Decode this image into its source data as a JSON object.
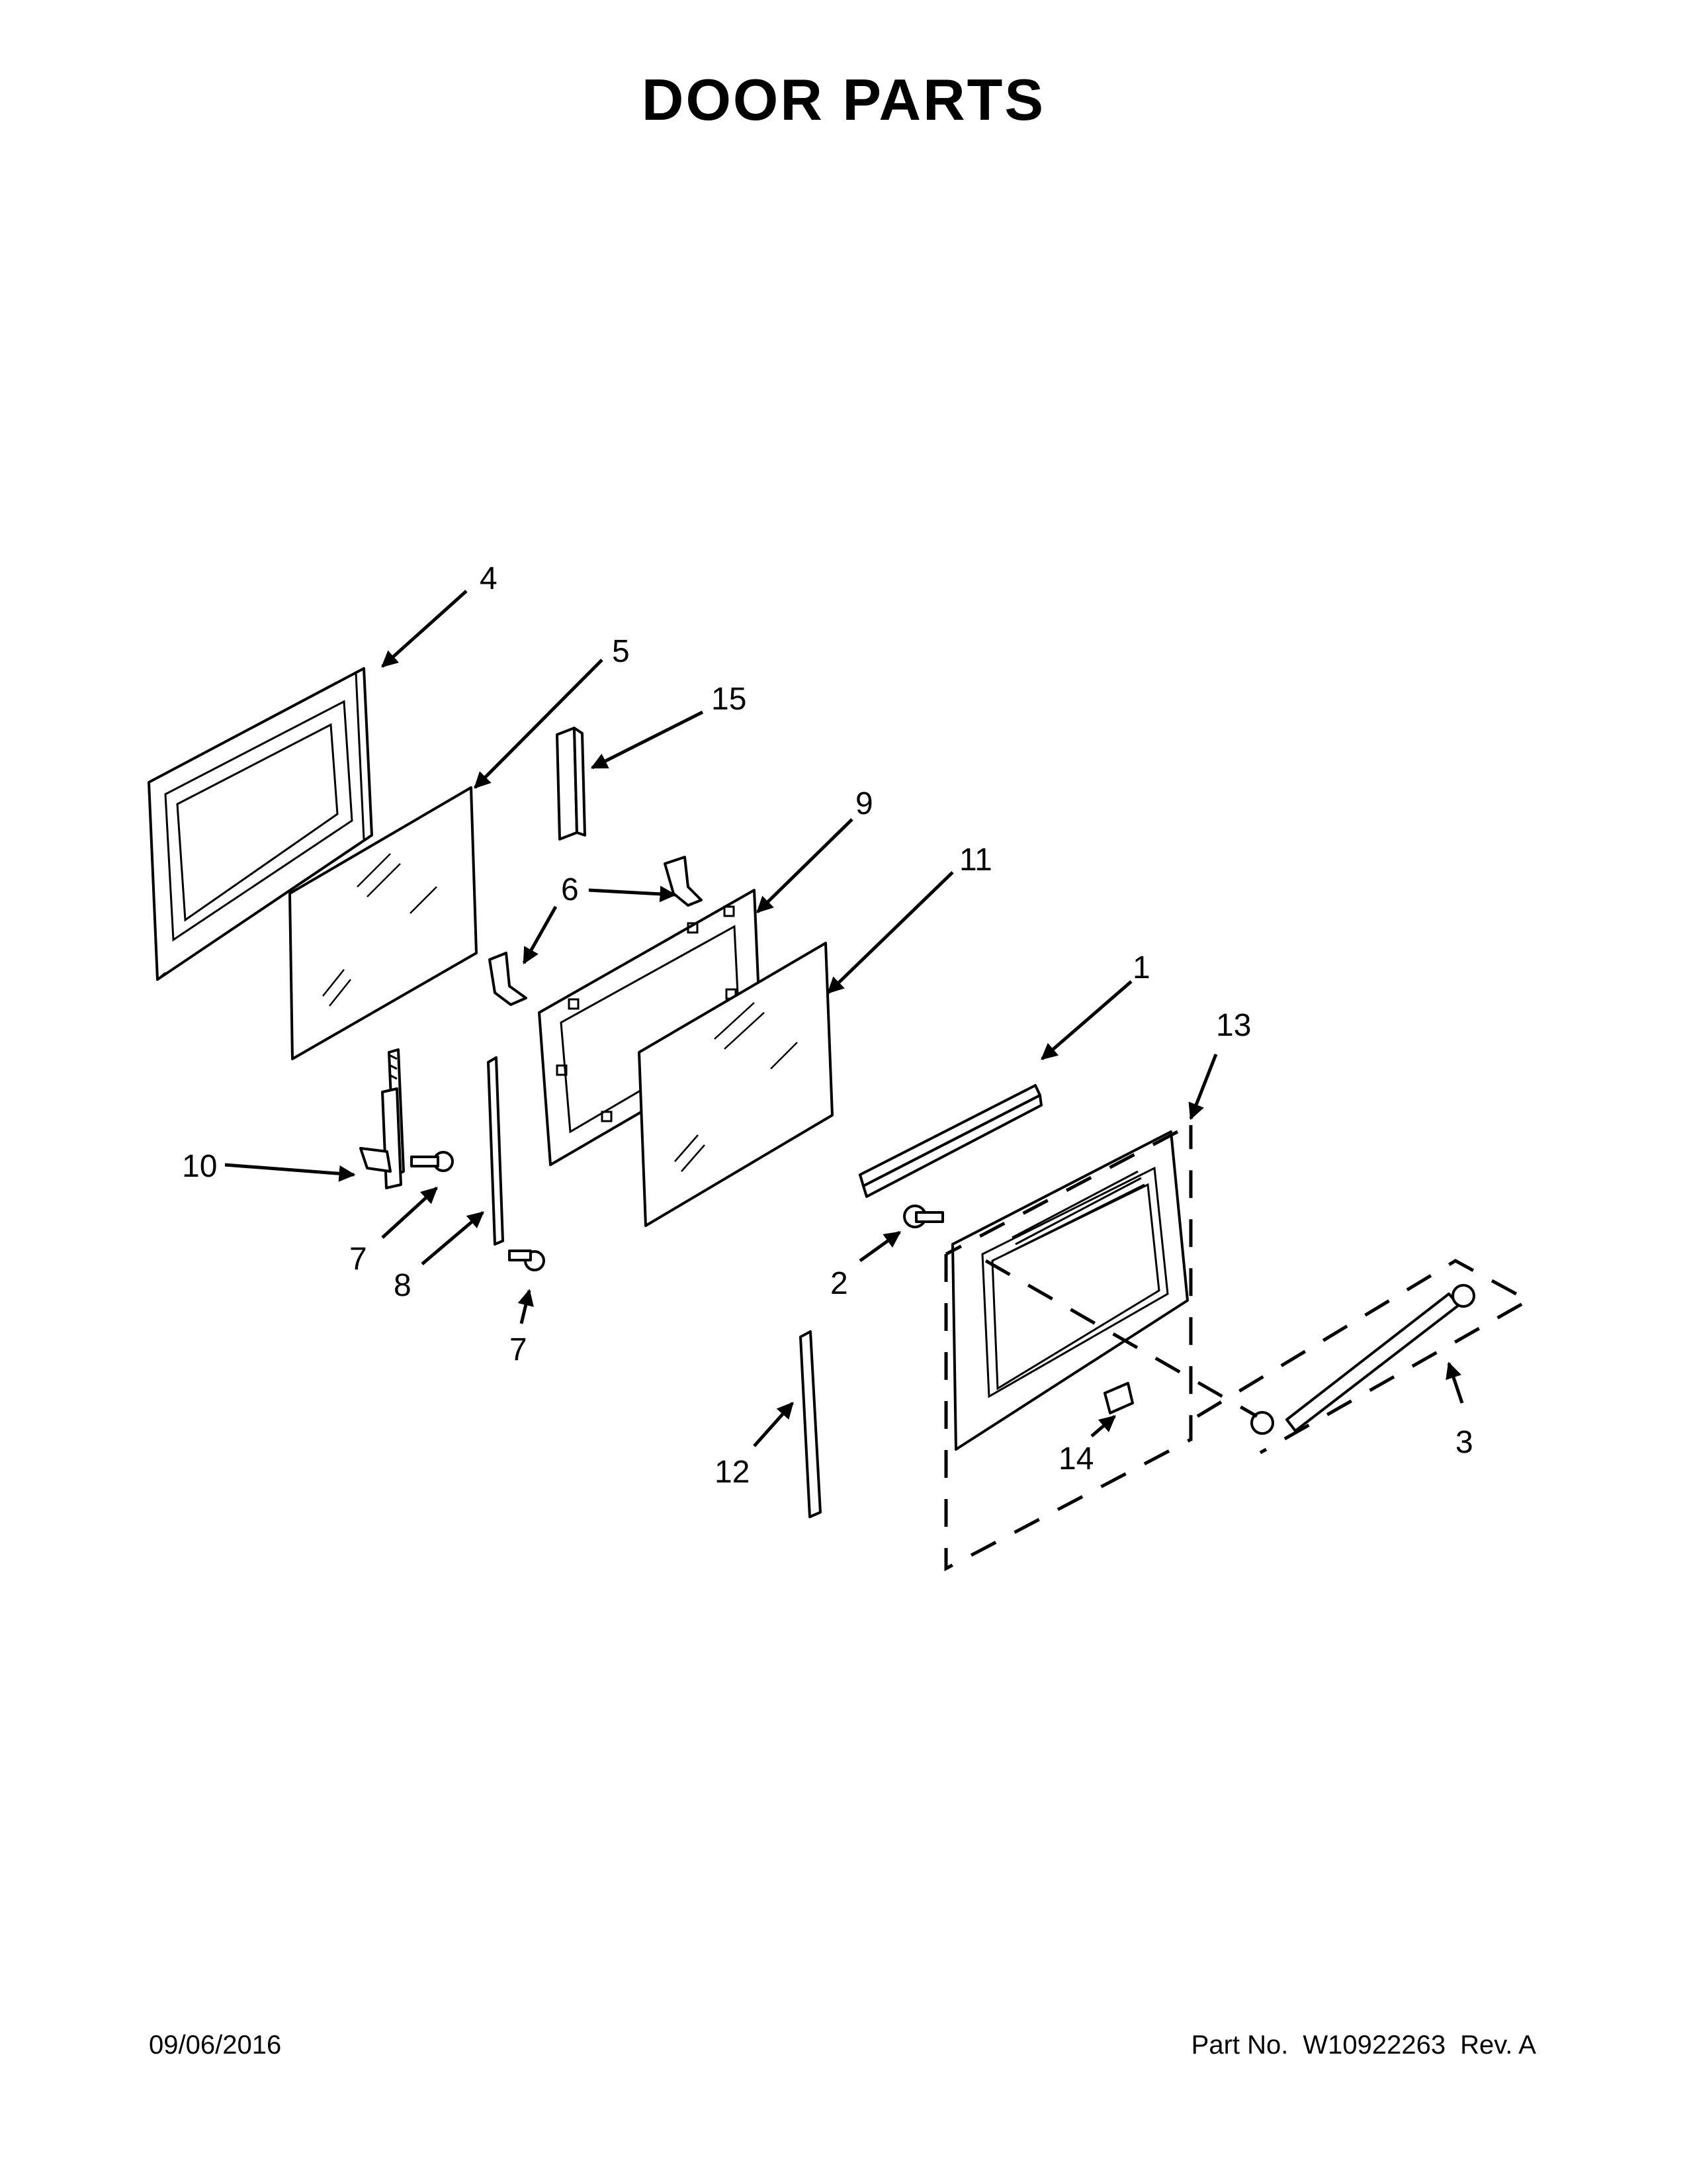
{
  "title": "DOOR PARTS",
  "footer": {
    "date": "09/06/2016",
    "part_no_label": "Part No.",
    "part_no": "W10922263",
    "rev": "Rev.  A"
  },
  "callouts": {
    "c1": "1",
    "c2": "2",
    "c3": "3",
    "c4": "4",
    "c5": "5",
    "c6": "6",
    "c7a": "7",
    "c7b": "7",
    "c8": "8",
    "c9": "9",
    "c10": "10",
    "c11": "11",
    "c12": "12",
    "c13": "13",
    "c14": "14",
    "c15": "15"
  }
}
